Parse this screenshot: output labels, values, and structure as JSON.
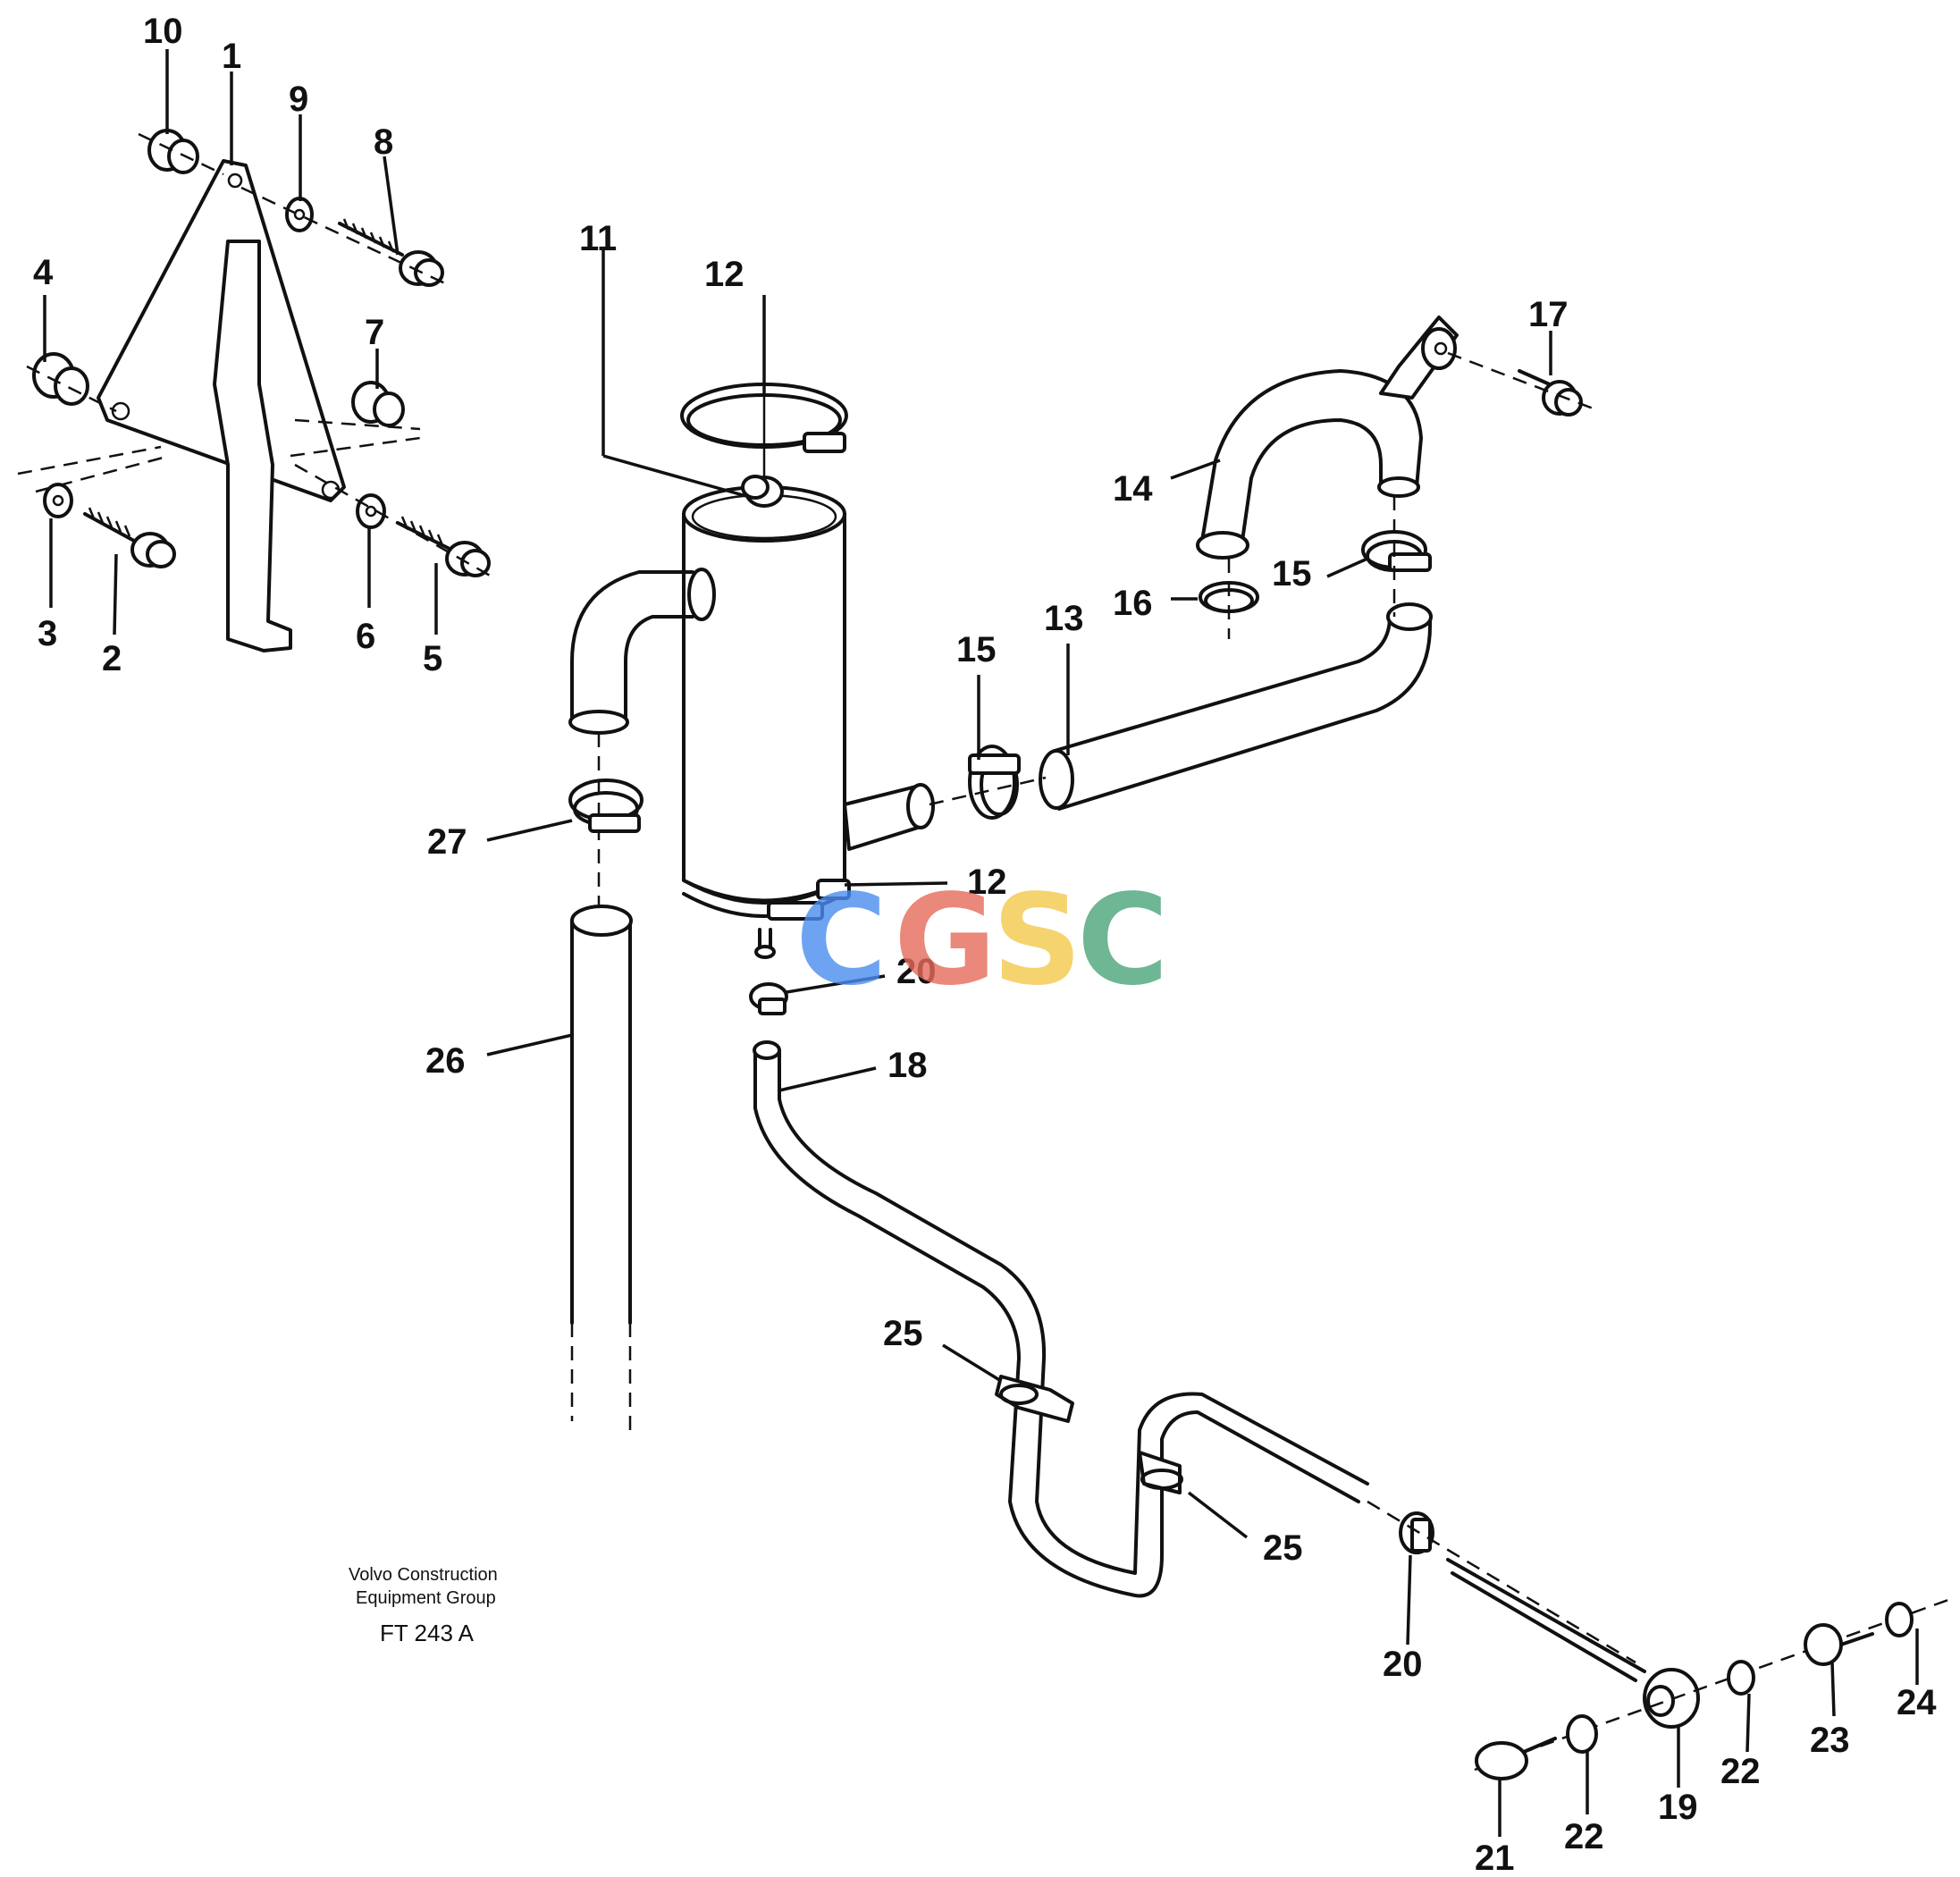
{
  "callouts": {
    "c1": "1",
    "c2": "2",
    "c3": "3",
    "c4": "4",
    "c5": "5",
    "c6": "6",
    "c7": "7",
    "c8": "8",
    "c9": "9",
    "c10": "10",
    "c11": "11",
    "c12a": "12",
    "c12b": "12",
    "c13": "13",
    "c14": "14",
    "c15a": "15",
    "c15b": "15",
    "c16": "16",
    "c17": "17",
    "c18": "18",
    "c19": "19",
    "c20a": "20",
    "c20b": "20",
    "c21": "21",
    "c22a": "22",
    "c22b": "22",
    "c23": "23",
    "c24": "24",
    "c25a": "25",
    "c25b": "25",
    "c26": "26",
    "c27": "27"
  },
  "caption": {
    "line1": "Volvo Construction",
    "line2": "Equipment Group",
    "code": "FT 243 A"
  },
  "watermark": {
    "letters": [
      "C",
      "G",
      "S",
      "C"
    ],
    "colors": [
      "#4a8df0",
      "#e66b5b",
      "#f3c94a",
      "#4aa57a"
    ]
  }
}
